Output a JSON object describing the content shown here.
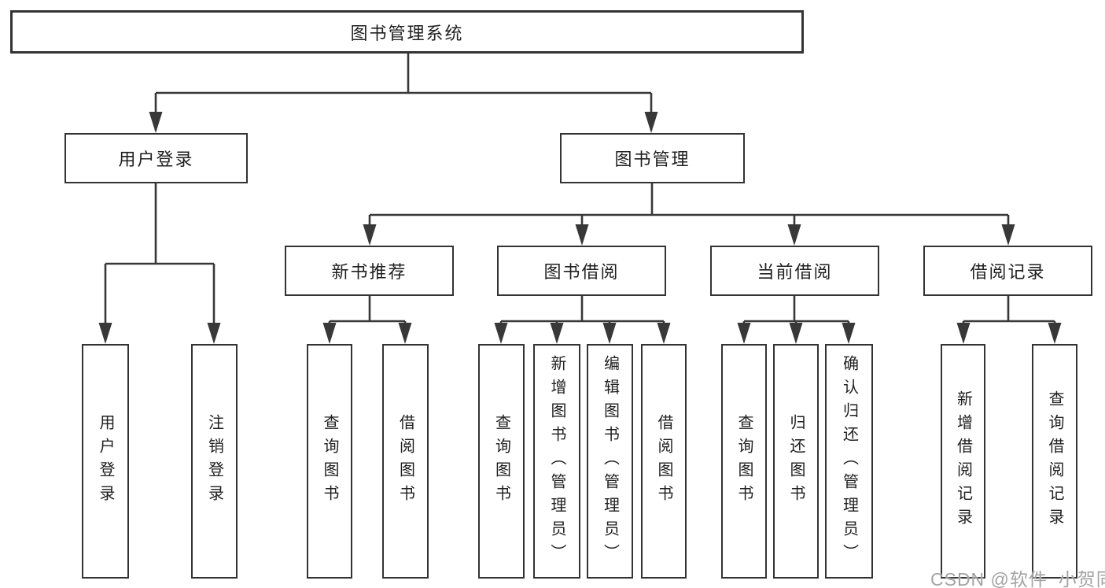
{
  "tree": {
    "label": "图书管理系统",
    "children": [
      {
        "label": "用户登录",
        "children": [
          {
            "label": "用户登录"
          },
          {
            "label": "注销登录"
          }
        ]
      },
      {
        "label": "图书管理",
        "children": [
          {
            "label": "新书推荐",
            "children": [
              {
                "label": "查询图书"
              },
              {
                "label": "借阅图书"
              }
            ]
          },
          {
            "label": "图书借阅",
            "children": [
              {
                "label": "查询图书"
              },
              {
                "label": "新增图书（管理员）"
              },
              {
                "label": "编辑图书（管理员）"
              },
              {
                "label": "借阅图书"
              }
            ]
          },
          {
            "label": "当前借阅",
            "children": [
              {
                "label": "查询图书"
              },
              {
                "label": "归还图书"
              },
              {
                "label": "确认归还（管理员）"
              }
            ]
          },
          {
            "label": "借阅记录",
            "children": [
              {
                "label": "新增借阅记录"
              },
              {
                "label": "查询借阅记录"
              }
            ]
          }
        ]
      }
    ]
  },
  "watermark": {
    "text": "CSDN @软件_小贺同学"
  },
  "colors": {
    "line": "#383838",
    "box_border": "#333333",
    "text": "#1f1f1f",
    "background": "#ffffff",
    "watermark": "#a3a3a3"
  }
}
